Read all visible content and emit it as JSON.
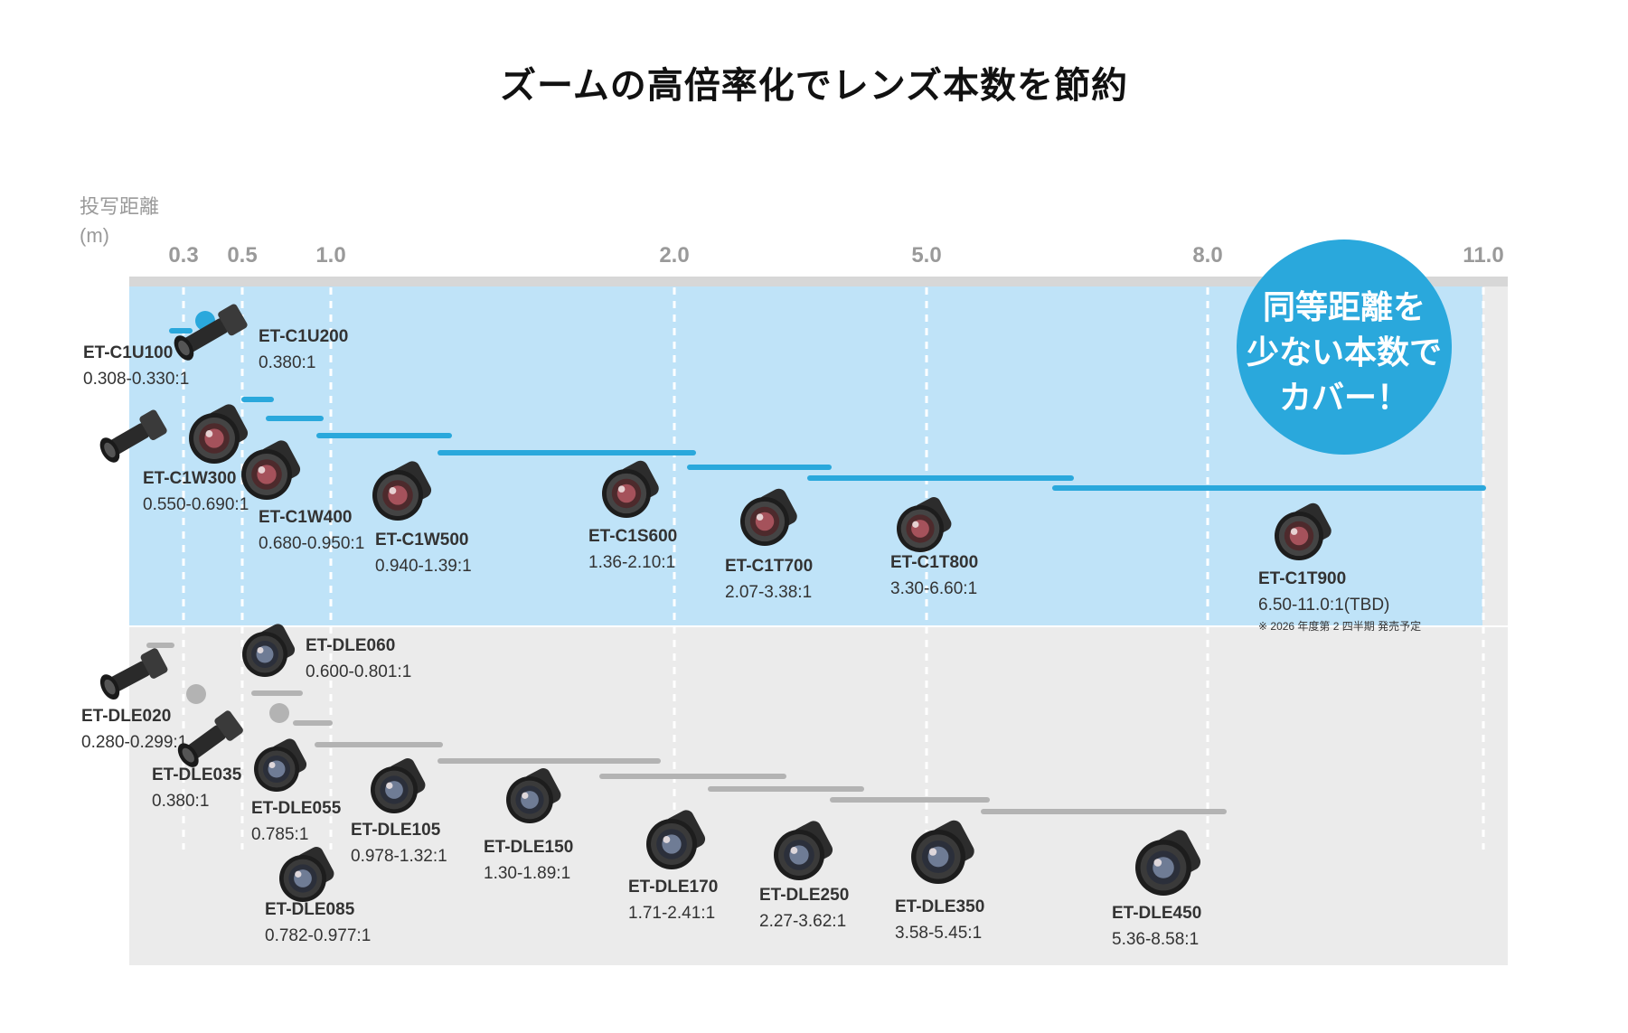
{
  "title": "ズームの高倍率化でレンズ本数を節約",
  "colors": {
    "blue_band": "#bfe3f8",
    "gray_band": "#ebebeb",
    "top_strip": "#d7d7d7",
    "blue_bar": "#2aa8dc",
    "gray_bar": "#b3b3b3",
    "badge": "#2aa8dc"
  },
  "badge": {
    "lines": [
      "同等距離を",
      "少ない本数で",
      "カバー！"
    ]
  },
  "chart_data": {
    "type": "range",
    "ylabel": [
      "投写距離",
      "(m)"
    ],
    "ticks": [
      "0.3",
      "0.5",
      "1.0",
      "2.0",
      "5.0",
      "8.0",
      "11.0"
    ],
    "tick_values": [
      0.3,
      0.5,
      1.0,
      2.0,
      5.0,
      8.0,
      11.0
    ],
    "grid": true,
    "series": [
      {
        "name": "ET-C1",
        "lenses": [
          {
            "name": "ET-C1U100",
            "ratio": "0.308-0.330:1",
            "icon": "ust-lens-icon",
            "dot": false
          },
          {
            "name": "ET-C1U200",
            "ratio": "0.380:1",
            "icon": "ust-lens-icon",
            "dot": true
          },
          {
            "name": "ET-C1W300",
            "ratio": "0.550-0.690:1",
            "icon": "lens-icon",
            "dot": false
          },
          {
            "name": "ET-C1W400",
            "ratio": "0.680-0.950:1",
            "icon": "lens-icon",
            "dot": false
          },
          {
            "name": "ET-C1W500",
            "ratio": "0.940-1.39:1",
            "icon": "lens-icon",
            "dot": false
          },
          {
            "name": "ET-C1S600",
            "ratio": "1.36-2.10:1",
            "icon": "lens-icon",
            "dot": false
          },
          {
            "name": "ET-C1T700",
            "ratio": "2.07-3.38:1",
            "icon": "lens-icon",
            "dot": false
          },
          {
            "name": "ET-C1T800",
            "ratio": "3.30-6.60:1",
            "icon": "lens-icon",
            "dot": false
          },
          {
            "name": "ET-C1T900",
            "ratio": "6.50-11.0:1(TBD)",
            "icon": "lens-icon",
            "dot": false,
            "note": "※ 2026 年度第 2 四半期 発売予定"
          }
        ]
      },
      {
        "name": "ET-DLE",
        "lenses": [
          {
            "name": "ET-DLE020",
            "ratio": "0.280-0.299:1",
            "icon": "ust-lens-icon",
            "dot": false
          },
          {
            "name": "ET-DLE035",
            "ratio": "0.380:1",
            "icon": "ust-lens-icon",
            "dot": true
          },
          {
            "name": "ET-DLE055",
            "ratio": "0.785:1",
            "icon": "lens-icon",
            "dot": true
          },
          {
            "name": "ET-DLE060",
            "ratio": "0.600-0.801:1",
            "icon": "lens-icon",
            "dot": false
          },
          {
            "name": "ET-DLE085",
            "ratio": "0.782-0.977:1",
            "icon": "lens-icon",
            "dot": false
          },
          {
            "name": "ET-DLE105",
            "ratio": "0.978-1.32:1",
            "icon": "lens-icon",
            "dot": false
          },
          {
            "name": "ET-DLE150",
            "ratio": "1.30-1.89:1",
            "icon": "lens-icon",
            "dot": false
          },
          {
            "name": "ET-DLE170",
            "ratio": "1.71-2.41:1",
            "icon": "lens-icon",
            "dot": false
          },
          {
            "name": "ET-DLE250",
            "ratio": "2.27-3.62:1",
            "icon": "lens-icon",
            "dot": false
          },
          {
            "name": "ET-DLE350",
            "ratio": "3.58-5.45:1",
            "icon": "lens-icon",
            "dot": false
          },
          {
            "name": "ET-DLE450",
            "ratio": "5.36-8.58:1",
            "icon": "lens-icon",
            "dot": false
          }
        ]
      }
    ]
  }
}
